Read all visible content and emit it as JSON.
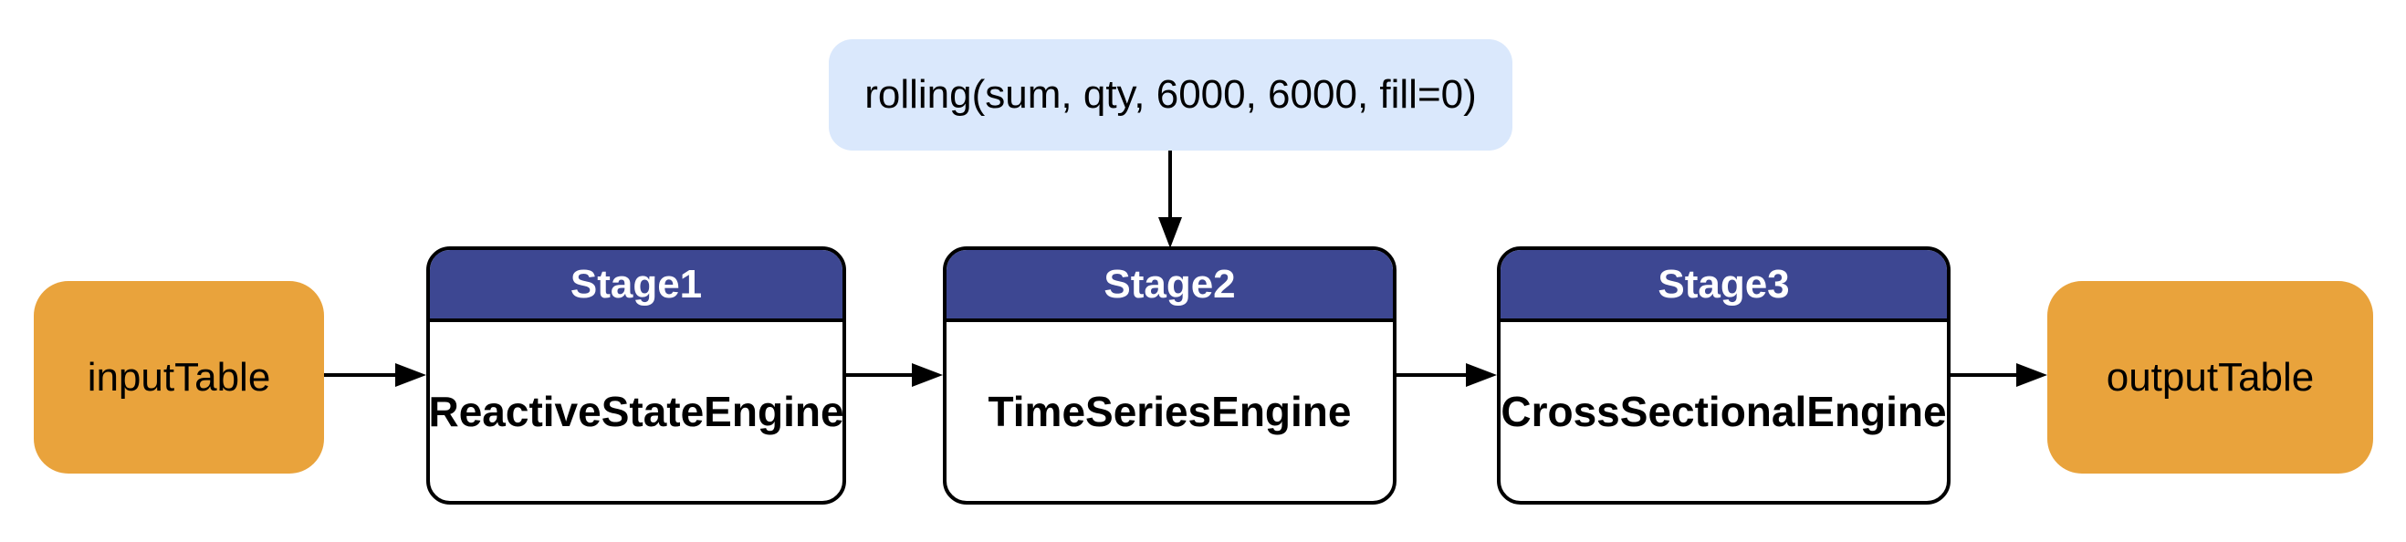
{
  "annotation": {
    "label": "rolling(sum, qty, 6000, 6000, fill=0)"
  },
  "nodes": {
    "input": {
      "label": "inputTable"
    },
    "output": {
      "label": "outputTable"
    }
  },
  "stages": [
    {
      "title": "Stage1",
      "engine": "ReactiveStateEngine"
    },
    {
      "title": "Stage2",
      "engine": "TimeSeriesEngine"
    },
    {
      "title": "Stage3",
      "engine": "CrossSectionalEngine"
    }
  ],
  "colors": {
    "canvas_bg": "#FFFFFF",
    "annotation_bg": "#DAE8FC",
    "node_bg": "#E9A33C",
    "stage_header_bg": "#3D4792",
    "stage_header_text": "#FFFFFF",
    "stage_body_bg": "#FFFFFF",
    "border": "#000000",
    "arrow": "#000000",
    "text": "#000000"
  }
}
